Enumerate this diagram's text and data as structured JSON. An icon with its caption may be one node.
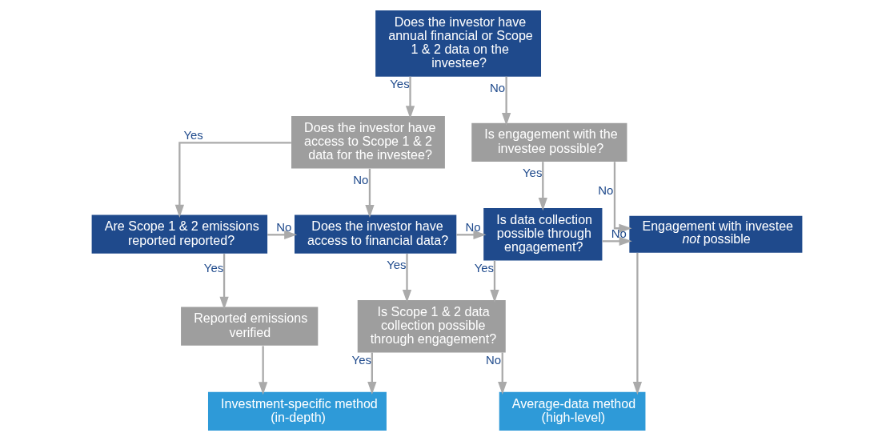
{
  "diagram": {
    "nodes": [
      {
        "text": [
          "Does the investor have annual financial or Scope 1 & 2 data on the investee?"
        ]
      },
      {
        "text": [
          "Does the investor have access to Scope 1 & 2  data for the investee?"
        ]
      },
      {
        "text": [
          "Is engagement with the investee possible?"
        ]
      },
      {
        "text": [
          "Are Scope 1 & 2 emissions reported reported?"
        ]
      },
      {
        "text": [
          "Does the investor have access to financial data?"
        ]
      },
      {
        "text": [
          "Is data collection possible through engagement?"
        ]
      },
      {
        "text": [
          "Engagement with investee *not* possible"
        ]
      },
      {
        "text": [
          "Reported emissions verified"
        ]
      },
      {
        "text": [
          "Is Scope 1 & 2 data collection possible through engagement?"
        ]
      },
      {
        "text": [
          "Investment-specific method  (in-depth)"
        ]
      },
      {
        "text": [
          "Average-data method (high-level)"
        ]
      }
    ],
    "edges": [
      {
        "from": 0,
        "to": 1,
        "arrow": "to",
        "label": "Yes"
      },
      {
        "from": 0,
        "to": 2,
        "arrow": "to",
        "label": "No"
      },
      {
        "from": 1,
        "to": 3,
        "arrow": "to",
        "label": "Yes"
      },
      {
        "from": 1,
        "to": 4,
        "arrow": "to",
        "label": "No"
      },
      {
        "from": 2,
        "to": 5,
        "arrow": "to",
        "label": "Yes"
      },
      {
        "from": 2,
        "to": 6,
        "arrow": "to",
        "label": "No"
      },
      {
        "from": 3,
        "to": 4,
        "arrow": "to",
        "label": "No"
      },
      {
        "from": 4,
        "to": 5,
        "arrow": "to",
        "label": "No"
      },
      {
        "from": 5,
        "to": 6,
        "arrow": "to",
        "label": "No"
      },
      {
        "from": 3,
        "to": 7,
        "arrow": "to",
        "label": "Yes"
      },
      {
        "from": 4,
        "to": 8,
        "arrow": "to",
        "label": "Yes"
      },
      {
        "from": 5,
        "to": 8,
        "arrow": "to",
        "label": "Yes"
      },
      {
        "from": 7,
        "to": 9,
        "arrow": "to"
      },
      {
        "from": 8,
        "to": 9,
        "arrow": "to",
        "label": "Yes"
      },
      {
        "from": 8,
        "to": 10,
        "arrow": "to",
        "label": "No"
      },
      {
        "from": 6,
        "to": 10,
        "arrow": "to"
      }
    ]
  }
}
